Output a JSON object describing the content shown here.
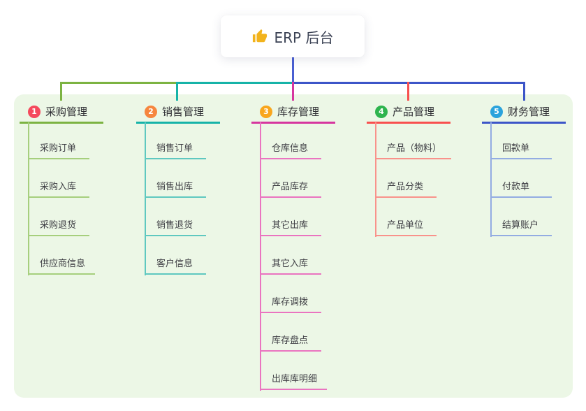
{
  "root": {
    "title": "ERP 后台",
    "icon": "thumbs-up",
    "icon_color": "#f2b31c",
    "edge_color": "#4a5fd2"
  },
  "canvas": {
    "background": "#ffffff",
    "panel_background": "#ecf7e6"
  },
  "branches": [
    {
      "badge": "1",
      "label": "采购管理",
      "badge_color": "#f5495c",
      "line_color": "#7cb342",
      "child_line_color": "#a6cf7d",
      "children": [
        "采购订单",
        "采购入库",
        "采购退货",
        "供应商信息"
      ]
    },
    {
      "badge": "2",
      "label": "销售管理",
      "badge_color": "#f6863e",
      "line_color": "#16b3a8",
      "child_line_color": "#5fc8c0",
      "children": [
        "销售订单",
        "销售出库",
        "销售退货",
        "客户信息"
      ]
    },
    {
      "badge": "3",
      "label": "库存管理",
      "badge_color": "#f9a61d",
      "line_color": "#d6369f",
      "child_line_color": "#ea74c0",
      "children": [
        "仓库信息",
        "产品库存",
        "其它出库",
        "其它入库",
        "库存调拨",
        "库存盘点",
        "出库库明细"
      ]
    },
    {
      "badge": "4",
      "label": "产品管理",
      "badge_color": "#2eb44e",
      "line_color": "#f8504f",
      "child_line_color": "#f9928b",
      "children": [
        "产品（物料）",
        "产品分类",
        "产品单位"
      ]
    },
    {
      "badge": "5",
      "label": "财务管理",
      "badge_color": "#2ba3dc",
      "line_color": "#3c55c8",
      "child_line_color": "#93ace2",
      "children": [
        "回款单",
        "付款单",
        "结算账户"
      ]
    }
  ]
}
